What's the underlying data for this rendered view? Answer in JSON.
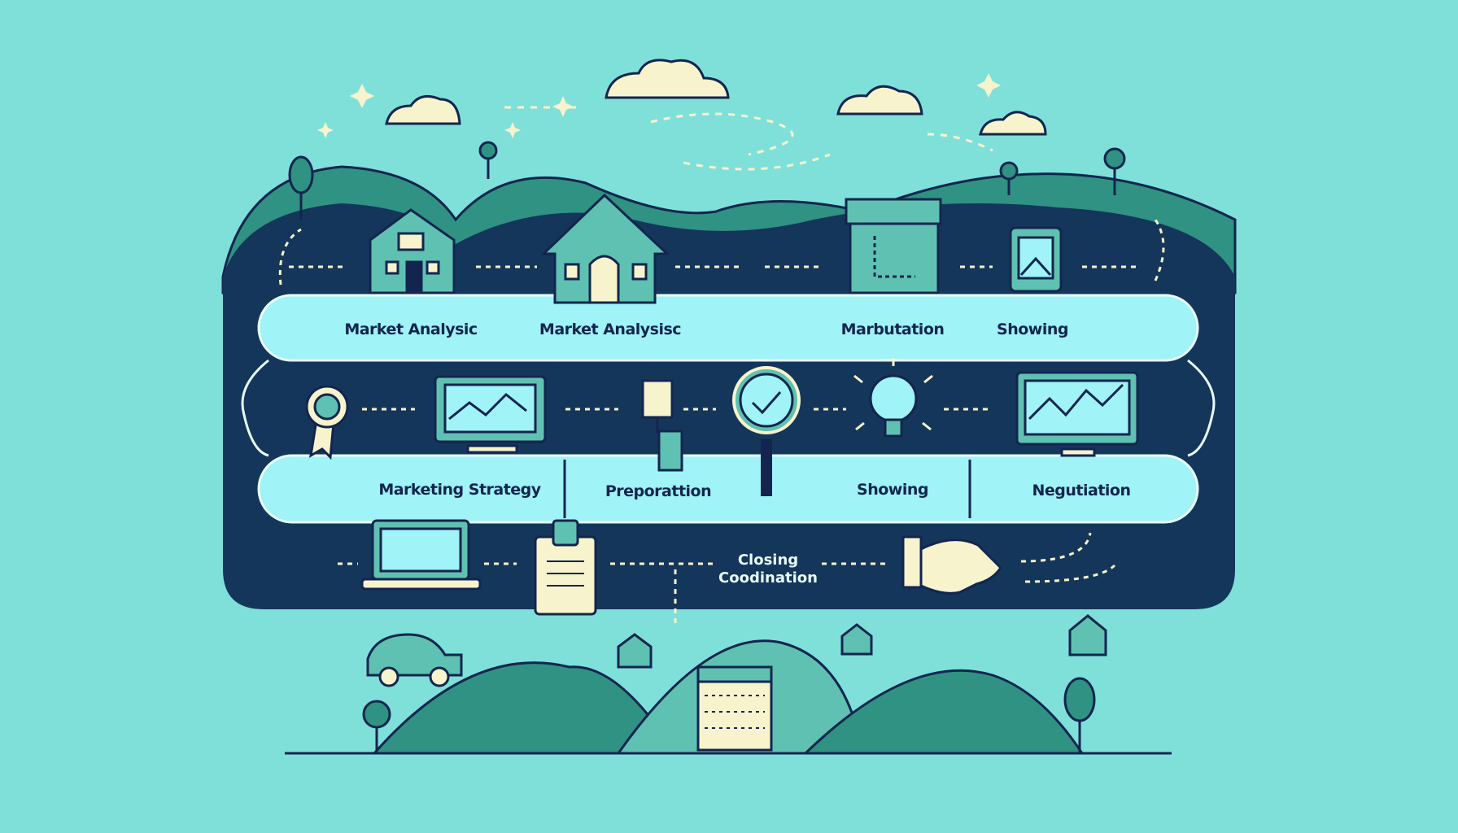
{
  "band_top": {
    "labels": [
      "Market Analysic",
      "Market Analysisc",
      "Marbutation",
      "Showing"
    ]
  },
  "band_middle": {
    "labels": [
      "Marketing Strategy",
      "Preporattion",
      "Showing",
      "Negutiation"
    ]
  },
  "closing": {
    "line1": "Closing",
    "line2": "Coodination"
  },
  "colors": {
    "background": "#7fe0da",
    "panel": "#14365a",
    "band": "#a0f3f6",
    "hill": "#2f9282",
    "text": "#13254f"
  }
}
